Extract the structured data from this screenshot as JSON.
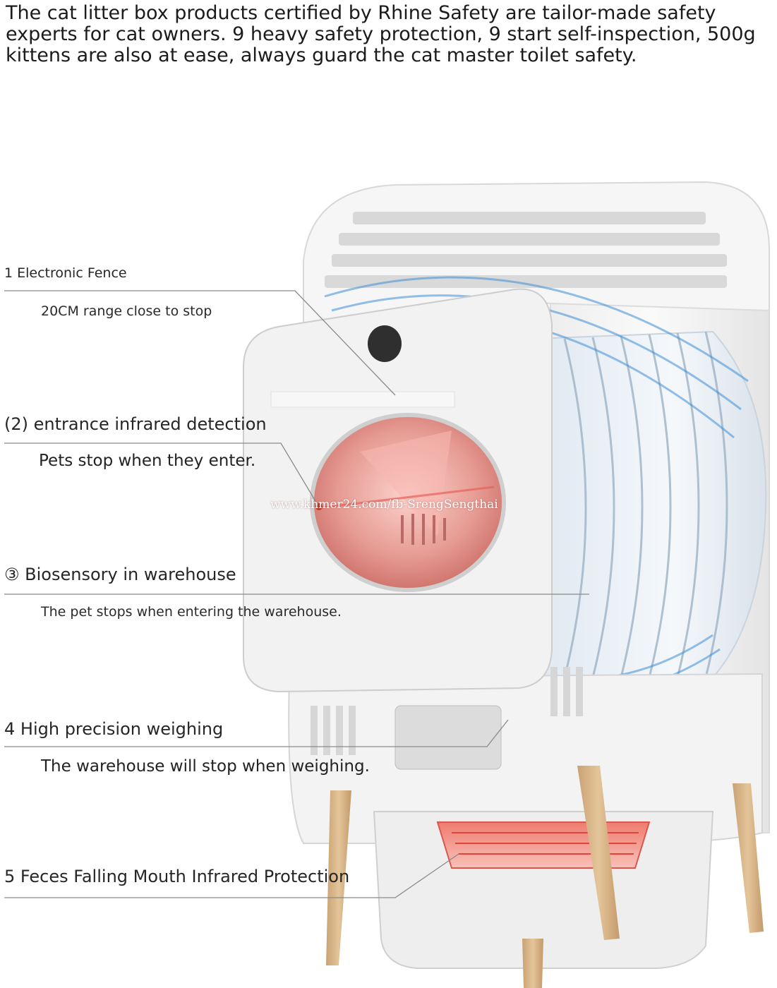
{
  "intro": "The cat litter box products certified by Rhine Safety are tailor-made safety experts for cat owners. 9 heavy safety protection, 9 start self-inspection, 500g kittens are also at ease, always guard the cat master toilet safety.",
  "features": [
    {
      "title": "1 Electronic Fence",
      "description": "20CM range close to stop"
    },
    {
      "title": "(2) entrance infrared detection",
      "description": "Pets stop when they enter."
    },
    {
      "title": "③ Biosensory in warehouse",
      "description": "The pet stops when entering the warehouse."
    },
    {
      "title": "4 High precision weighing",
      "description": "The warehouse will stop when weighing."
    },
    {
      "title": "5 Feces Falling Mouth Infrared Protection",
      "description": ""
    }
  ],
  "watermark": "www.khmer24.com/fb-SrengSengthai",
  "colors": {
    "accent_blue": "#3f8fd8",
    "infrared_red": "#e8615a",
    "wood_leg": "#dcb98c",
    "body_white": "#f4f4f4",
    "leader_line": "#8a8a8a"
  }
}
